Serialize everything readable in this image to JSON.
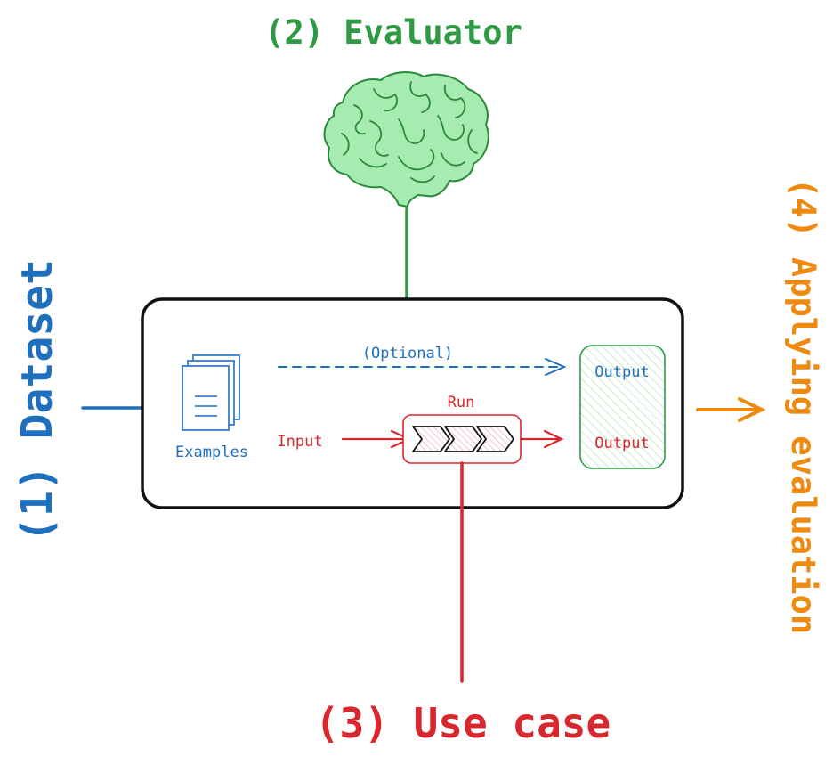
{
  "labels": {
    "dataset": "(1) Dataset",
    "evaluator": "(2) Evaluator",
    "use_case": "(3) Use case",
    "applying": "(4) Applying evaluation"
  },
  "inner": {
    "examples": "Examples",
    "optional": "(Optional)",
    "output_reference": "Output",
    "run": "Run",
    "input": "Input",
    "output_run": "Output"
  },
  "icons": {
    "evaluator": "brain-icon",
    "dataset": "documents-stack-icon",
    "run": "chevron-steps-icon"
  },
  "colors": {
    "dataset": "#1f6fbf",
    "evaluator": "#2e9a44",
    "use_case": "#d9272e",
    "applying": "#ef8a11",
    "frame": "#111111",
    "brain_fill": "#a6ecb0"
  }
}
